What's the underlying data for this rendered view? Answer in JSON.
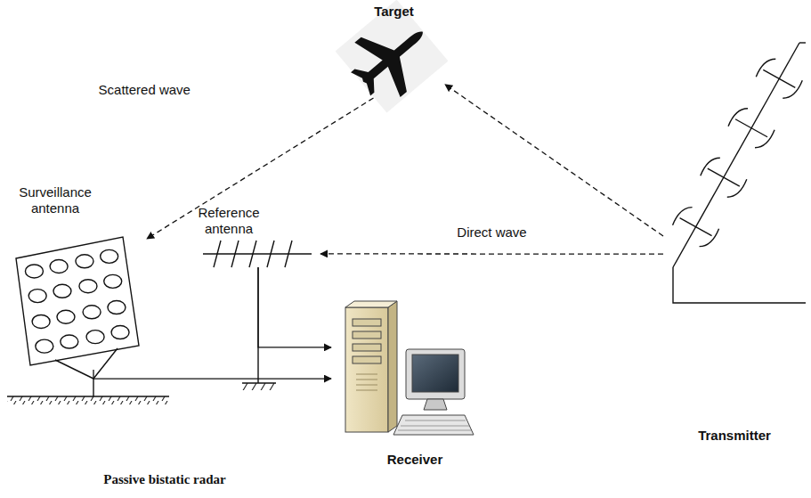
{
  "diagram": {
    "caption": "Passive bistatic radar",
    "nodes": [
      {
        "text": [
          "Target"
        ]
      },
      {
        "text": [
          "Surveillance antenna"
        ]
      },
      {
        "text": [
          "Reference antenna"
        ]
      },
      {
        "text": [
          "Receiver"
        ]
      },
      {
        "text": [
          "Transmitter"
        ]
      }
    ],
    "edges": [
      {
        "from": 4,
        "to": 0,
        "arrow": "to"
      },
      {
        "from": 0,
        "to": 1,
        "label": "Scattered wave",
        "arrow": "to"
      },
      {
        "from": 4,
        "to": 2,
        "label": "Direct wave",
        "arrow": "to"
      },
      {
        "from": 1,
        "to": 3,
        "arrow": "to"
      },
      {
        "from": 2,
        "to": 3,
        "arrow": "to"
      }
    ]
  }
}
